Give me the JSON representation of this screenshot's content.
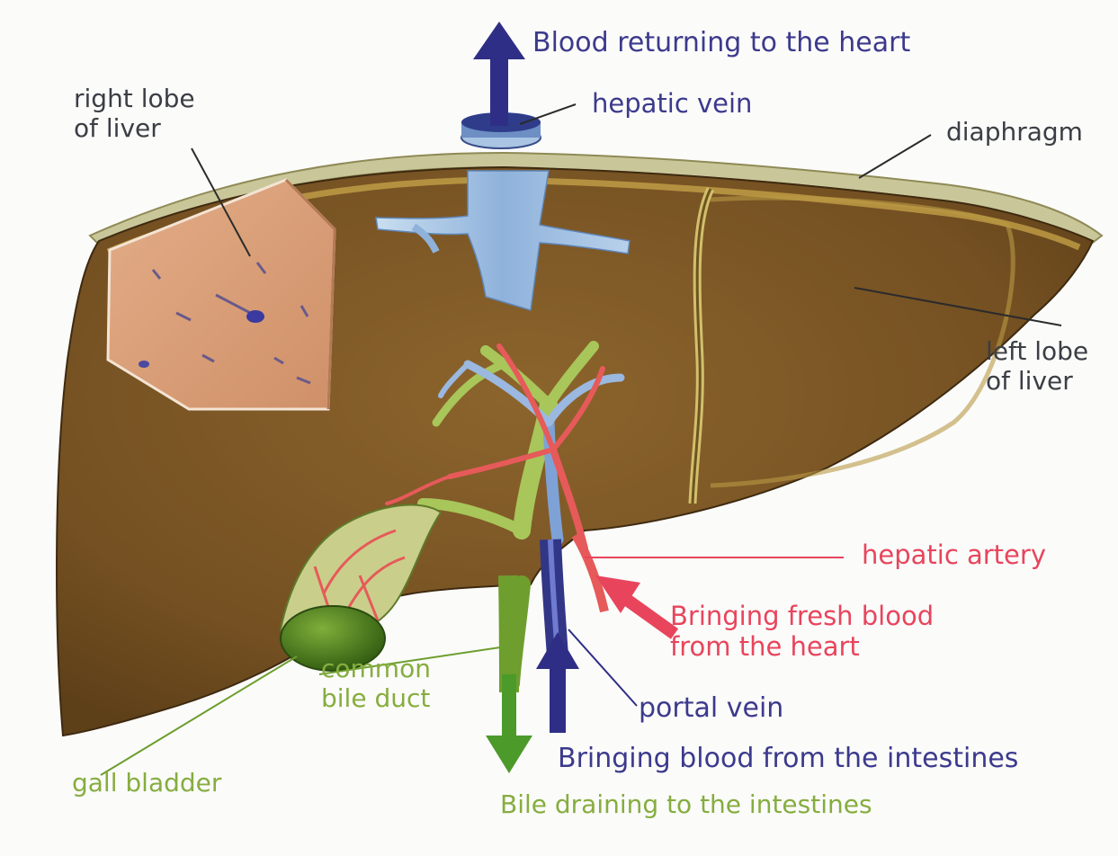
{
  "colors": {
    "liver": "#7a5424",
    "liver_highlight": "#b9963c",
    "cut_section": "#dca27d",
    "vein_blue": "#2f2e86",
    "artery_red": "#e8455c",
    "bile_green": "#5f9a2a",
    "label_dark": "#3b3e44",
    "background": "#fbfbfa"
  },
  "labels": {
    "blood_returning": "Blood returning to the heart",
    "hepatic_vein": "hepatic vein",
    "diaphragm": "diaphragm",
    "right_lobe": "right lobe\nof liver",
    "left_lobe": "left lobe\nof liver",
    "hepatic_artery": "hepatic artery",
    "fresh_blood": "Bringing fresh blood\nfrom the heart",
    "common_bile_duct": "common\nbile duct",
    "portal_vein": "portal vein",
    "blood_from_intestines": "Bringing blood from the intestines",
    "gall_bladder": "gall bladder",
    "bile_draining": "Bile draining to the intestines"
  }
}
